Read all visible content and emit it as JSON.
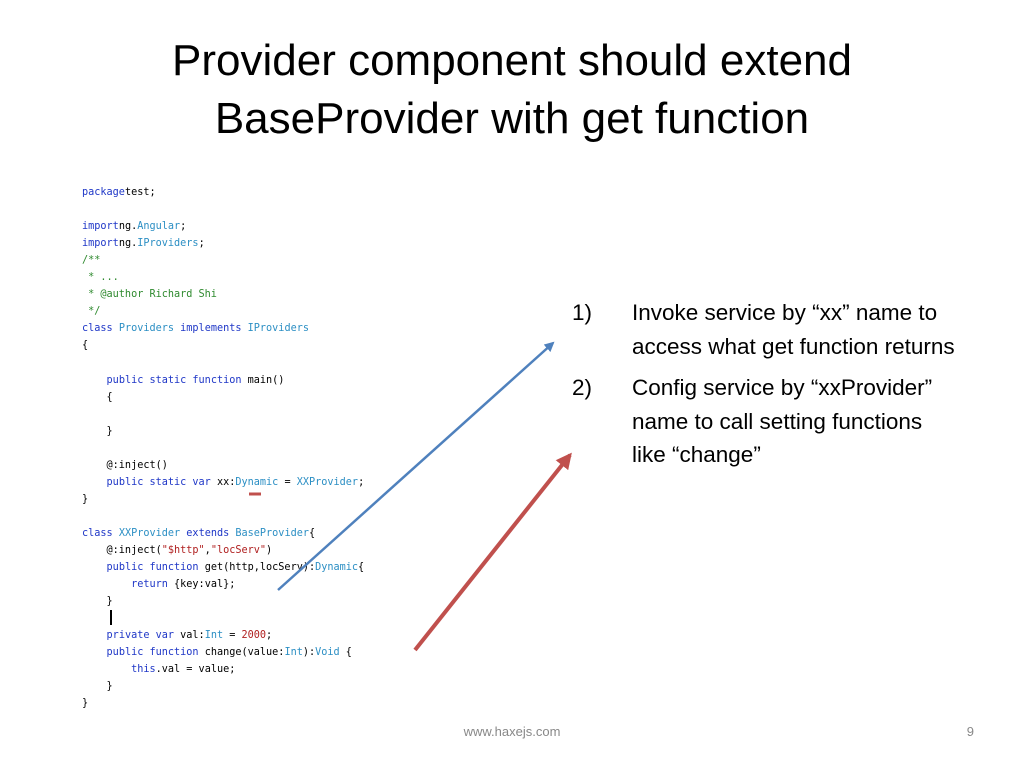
{
  "slide": {
    "title_line1": "Provider component should extend",
    "title_line2": "BaseProvider with get function",
    "footer": "www.haxejs.com",
    "page_number": "9"
  },
  "code_lines": [
    [
      [
        "kw",
        "package"
      ],
      [
        "",
        "test;"
      ]
    ],
    [],
    [
      [
        "kw",
        "import"
      ],
      [
        "",
        "ng."
      ],
      [
        "ty",
        "Angular"
      ],
      [
        "",
        ";"
      ]
    ],
    [
      [
        "kw",
        "import"
      ],
      [
        "",
        "ng."
      ],
      [
        "ty",
        "IProviders"
      ],
      [
        "",
        ";"
      ]
    ],
    [
      [
        "cm",
        "/**"
      ]
    ],
    [
      [
        "cm",
        " * ..."
      ]
    ],
    [
      [
        "cm",
        " * @author Richard Shi"
      ]
    ],
    [
      [
        "cm",
        " */"
      ]
    ],
    [
      [
        "kw",
        "class"
      ],
      [
        "",
        " "
      ],
      [
        "ty",
        "Providers"
      ],
      [
        "",
        " "
      ],
      [
        "kw",
        "implements"
      ],
      [
        "",
        " "
      ],
      [
        "ty",
        "IProviders"
      ]
    ],
    [
      [
        "",
        "{"
      ]
    ],
    [],
    [
      [
        "",
        "    "
      ],
      [
        "kw",
        "public static function"
      ],
      [
        "",
        " main()"
      ]
    ],
    [
      [
        "",
        "    {"
      ]
    ],
    [],
    [
      [
        "",
        "    }"
      ]
    ],
    [],
    [
      [
        "",
        "    @:inject()"
      ]
    ],
    [
      [
        "",
        "    "
      ],
      [
        "kw",
        "public static var"
      ],
      [
        "",
        " xx:"
      ],
      [
        "ty",
        "Dynamic"
      ],
      [
        "",
        " = "
      ],
      [
        "ty",
        "XXProvider"
      ],
      [
        "",
        ";"
      ]
    ],
    [
      [
        "",
        "}"
      ]
    ],
    [],
    [
      [
        "kw",
        "class"
      ],
      [
        "",
        " "
      ],
      [
        "ty",
        "XXProvider"
      ],
      [
        "",
        " "
      ],
      [
        "kw",
        "extends"
      ],
      [
        "",
        " "
      ],
      [
        "ty",
        "BaseProvider"
      ],
      [
        "",
        "{"
      ]
    ],
    [
      [
        "",
        "    @:inject("
      ],
      [
        "st",
        "\"$http\""
      ],
      [
        "",
        ","
      ],
      [
        "st",
        "\"locServ\""
      ],
      [
        "",
        ")"
      ]
    ],
    [
      [
        "",
        "    "
      ],
      [
        "kw",
        "public function"
      ],
      [
        "",
        " get(http,locServ):"
      ],
      [
        "ty",
        "Dynamic"
      ],
      [
        "",
        "{"
      ]
    ],
    [
      [
        "",
        "        "
      ],
      [
        "kw",
        "return"
      ],
      [
        "",
        " {key:val};"
      ]
    ],
    [
      [
        "",
        "    }"
      ]
    ],
    [],
    [
      [
        "",
        "    "
      ],
      [
        "kw",
        "private var"
      ],
      [
        "",
        " val:"
      ],
      [
        "ty",
        "Int"
      ],
      [
        "",
        " = "
      ],
      [
        "nm",
        "2000"
      ],
      [
        "",
        ";"
      ]
    ],
    [
      [
        "",
        "    "
      ],
      [
        "kw",
        "public function"
      ],
      [
        "",
        " change(value:"
      ],
      [
        "ty",
        "Int"
      ],
      [
        "",
        "):"
      ],
      [
        "ty",
        "Void"
      ],
      [
        "",
        " {"
      ]
    ],
    [
      [
        "",
        "        "
      ],
      [
        "kw",
        "this"
      ],
      [
        "",
        ".val = value;"
      ]
    ],
    [
      [
        "",
        "    }"
      ]
    ],
    [
      [
        "",
        "}"
      ]
    ]
  ],
  "list_items": [
    {
      "num": "1)",
      "text": "Invoke service by “xx” name to access what get function returns"
    },
    {
      "num": "2)",
      "text": "Config service by “xxProvider” name to call setting functions like “change”"
    }
  ],
  "colors": {
    "keyword": "#1f37c7",
    "type": "#2c8fc4",
    "comment": "#2f8a2f",
    "string": "#b02020",
    "blue_arrow": "#4f81bd",
    "red_arrow": "#c0504d"
  }
}
